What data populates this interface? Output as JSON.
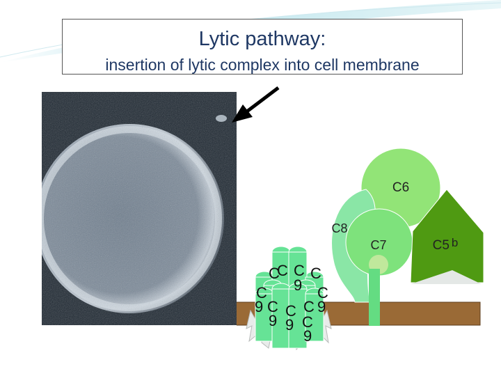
{
  "title": {
    "line1": "Lytic pathway:",
    "line2": "insertion of lytic complex into cell membrane"
  },
  "labels": {
    "c6": "C6",
    "c8": "C8",
    "c7": "C7",
    "c5b_main": "C5",
    "c5b_sub": "b"
  },
  "c9_letters": [
    "C",
    "C",
    "C",
    "C",
    "C",
    "C",
    "9",
    "C",
    "C",
    "C",
    "9",
    "9",
    "9",
    "9",
    "C",
    "9"
  ],
  "colors": {
    "membrane": "#9a6a36",
    "c6": "#92e477",
    "c8": "#8ae6a6",
    "c7": "#7ee27c",
    "c7_stem": "#64dc82",
    "c5b": "#4f9a12",
    "c9": "#66e396",
    "title": "#1f3864",
    "arrow": "#000000"
  }
}
